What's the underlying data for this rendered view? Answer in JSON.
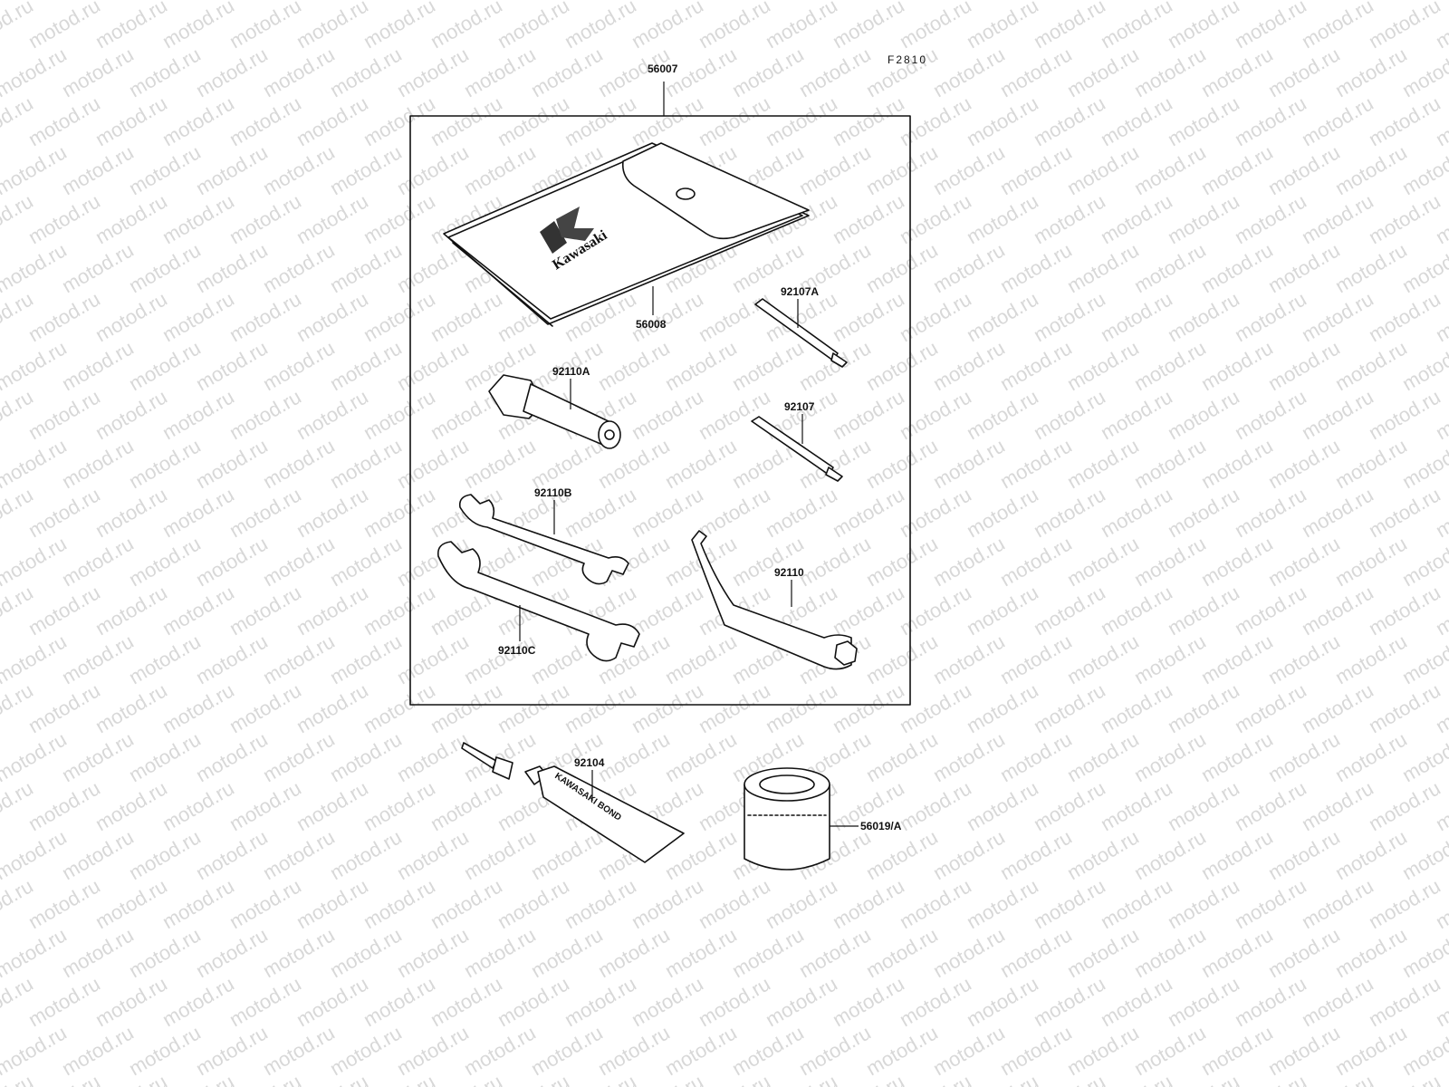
{
  "figure_code": "F2810",
  "watermark_text": "motod.ru",
  "ink_color": "#111111",
  "watermark_color": "#d8d8d8",
  "parts": [
    {
      "id": "p56007",
      "label": "56007"
    },
    {
      "id": "p56008",
      "label": "56008"
    },
    {
      "id": "p92107A",
      "label": "92107A"
    },
    {
      "id": "p92110A",
      "label": "92110A"
    },
    {
      "id": "p92107",
      "label": "92107"
    },
    {
      "id": "p92110B",
      "label": "92110B"
    },
    {
      "id": "p92110",
      "label": "92110"
    },
    {
      "id": "p92110C",
      "label": "92110C"
    },
    {
      "id": "p92104",
      "label": "92104"
    },
    {
      "id": "p56019A",
      "label": "56019/A"
    }
  ],
  "logo_text": "Kawasaki",
  "tube_text": "KAWASAKI BOND"
}
